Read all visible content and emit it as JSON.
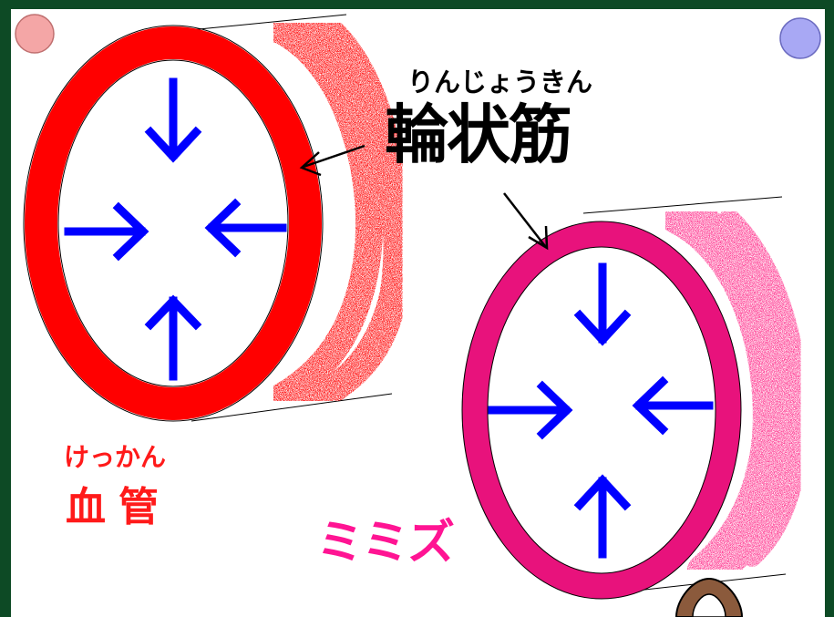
{
  "labels": {
    "main_ruby": "りんじょうきん",
    "main_term": "輪状筋",
    "vessel_ruby": "けっかん",
    "vessel_term": "血管",
    "worm_term": "ミミズ"
  },
  "colors": {
    "background": "#0d4a25",
    "board": "#ffffff",
    "vessel_ring": "#ff0000",
    "worm_ring": "#e8127c",
    "arrow": "#0000ff",
    "texture_red": "#ff2020",
    "texture_pink": "#ff4a9a",
    "pin_left": "#f4a6a6",
    "pin_right": "#a8a8f4",
    "worm_body": "#8b5a3c"
  },
  "icons": [
    "pin-left-icon",
    "pin-right-icon",
    "arrow-down-icon",
    "arrow-up-icon",
    "arrow-left-icon",
    "arrow-right-icon",
    "earthworm-icon"
  ]
}
